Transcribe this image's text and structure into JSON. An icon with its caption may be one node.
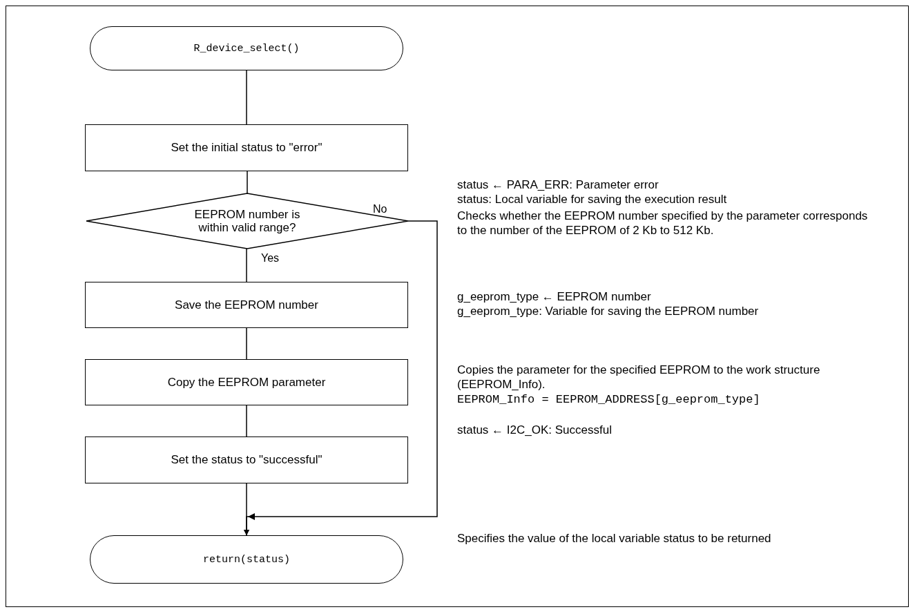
{
  "diagram": {
    "nodes": [
      {
        "text": [
          "R_device_select()"
        ]
      },
      {
        "text": [
          "Set the initial status to \"error\""
        ]
      },
      {
        "text": [
          "EEPROM number is within valid range?"
        ]
      },
      {
        "text": [
          "Save the EEPROM number"
        ]
      },
      {
        "text": [
          "Copy the EEPROM parameter"
        ]
      },
      {
        "text": [
          "Set the status to \"successful\""
        ]
      },
      {
        "text": [
          "return(status)"
        ]
      }
    ],
    "edges": [
      {
        "from": 0,
        "to": 1,
        "arrow": "none"
      },
      {
        "from": 1,
        "to": 2,
        "arrow": "none"
      },
      {
        "from": 2,
        "to": 3,
        "arrow": "none",
        "label": "Yes"
      },
      {
        "from": 3,
        "to": 4,
        "arrow": "none"
      },
      {
        "from": 4,
        "to": 5,
        "arrow": "none"
      },
      {
        "from": 5,
        "to": 6,
        "arrow": "to"
      },
      {
        "from": 2,
        "to": 6,
        "arrow": "to",
        "label": "No"
      }
    ],
    "labels": [
      "status ← PARA_ERR: Parameter error",
      "status: Local variable for saving the execution result",
      "Checks whether the EEPROM number specified by the parameter corresponds to the number of the EEPROM of 2 Kb to 512 Kb.",
      "g_eeprom_type ← EEPROM number",
      "g_eeprom_type: Variable for saving the EEPROM number",
      "Copies the parameter for the specified EEPROM to the work structure (EEPROM_Info).",
      "EEPROM_Info = EEPROM_ADDRESS[g_eeprom_type]",
      "status ← I2C_OK: Successful",
      "Specifies the value of the local variable status to be returned"
    ]
  }
}
